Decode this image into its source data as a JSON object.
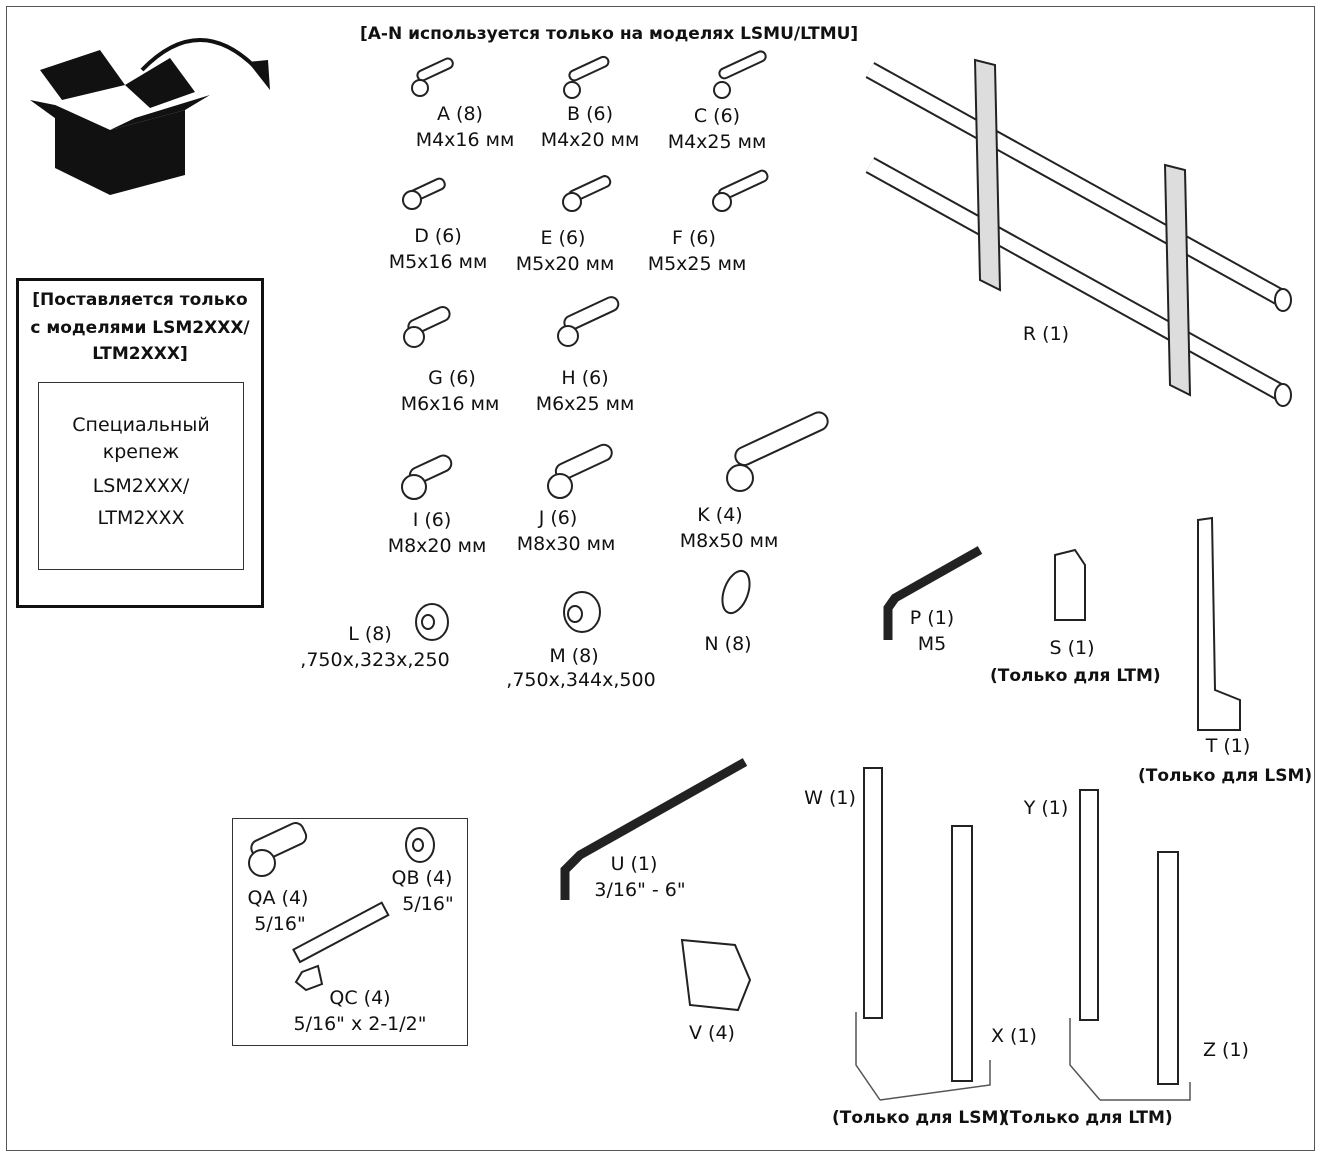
{
  "header": "[A-N используется только на моделях LSMU/LTMU]",
  "side_box": {
    "title_lines": [
      "[Поставляется только",
      "с моделями LSM2XXX/",
      "LTM2XXX]"
    ],
    "inner_lines": [
      "Специальный",
      "крепеж",
      "LSM2XXX/",
      "LTM2XXX"
    ]
  },
  "parts": {
    "A": {
      "label": "A (8)",
      "size": "M4x16 мм"
    },
    "B": {
      "label": "B (6)",
      "size": "M4x20 мм"
    },
    "C": {
      "label": "C (6)",
      "size": "M4x25 мм"
    },
    "D": {
      "label": "D (6)",
      "size": "M5x16 мм"
    },
    "E": {
      "label": "E (6)",
      "size": "M5x20 мм"
    },
    "F": {
      "label": "F (6)",
      "size": "M5x25 мм"
    },
    "G": {
      "label": "G (6)",
      "size": "M6x16 мм"
    },
    "H": {
      "label": "H (6)",
      "size": "M6x25 мм"
    },
    "I": {
      "label": "I (6)",
      "size": "M8x20 мм"
    },
    "J": {
      "label": "J (6)",
      "size": "M8x30 мм"
    },
    "K": {
      "label": "K (4)",
      "size": "M8x50 мм"
    },
    "L": {
      "label": "L (8)",
      "size": ",750x,323x,250"
    },
    "M": {
      "label": "M (8)",
      "size": ",750x,344x,500"
    },
    "N": {
      "label": "N (8)"
    },
    "P": {
      "label": "P (1)",
      "size": "M5"
    },
    "S": {
      "label": "S (1)",
      "note": "(Только для LTM)"
    },
    "T": {
      "label": "T (1)",
      "note": "(Только для LSM)"
    },
    "R": {
      "label": "R (1)"
    },
    "QA": {
      "label": "QA (4)",
      "size": "5/16\""
    },
    "QB": {
      "label": "QB (4)",
      "size": "5/16\""
    },
    "QC": {
      "label": "QC (4)",
      "size": "5/16\" x 2-1/2\""
    },
    "U": {
      "label": "U (1)",
      "size": "3/16\" - 6\""
    },
    "V": {
      "label": "V (4)"
    },
    "W": {
      "label": "W (1)"
    },
    "X": {
      "label": "X (1)"
    },
    "Y": {
      "label": "Y (1)"
    },
    "Z": {
      "label": "Z (1)"
    }
  },
  "bottom_notes": {
    "lsm": "(Только для LSM)",
    "ltm": "(Только для LTM)"
  },
  "icons": [
    "open-box-icon",
    "rotate-arrow-icon"
  ]
}
